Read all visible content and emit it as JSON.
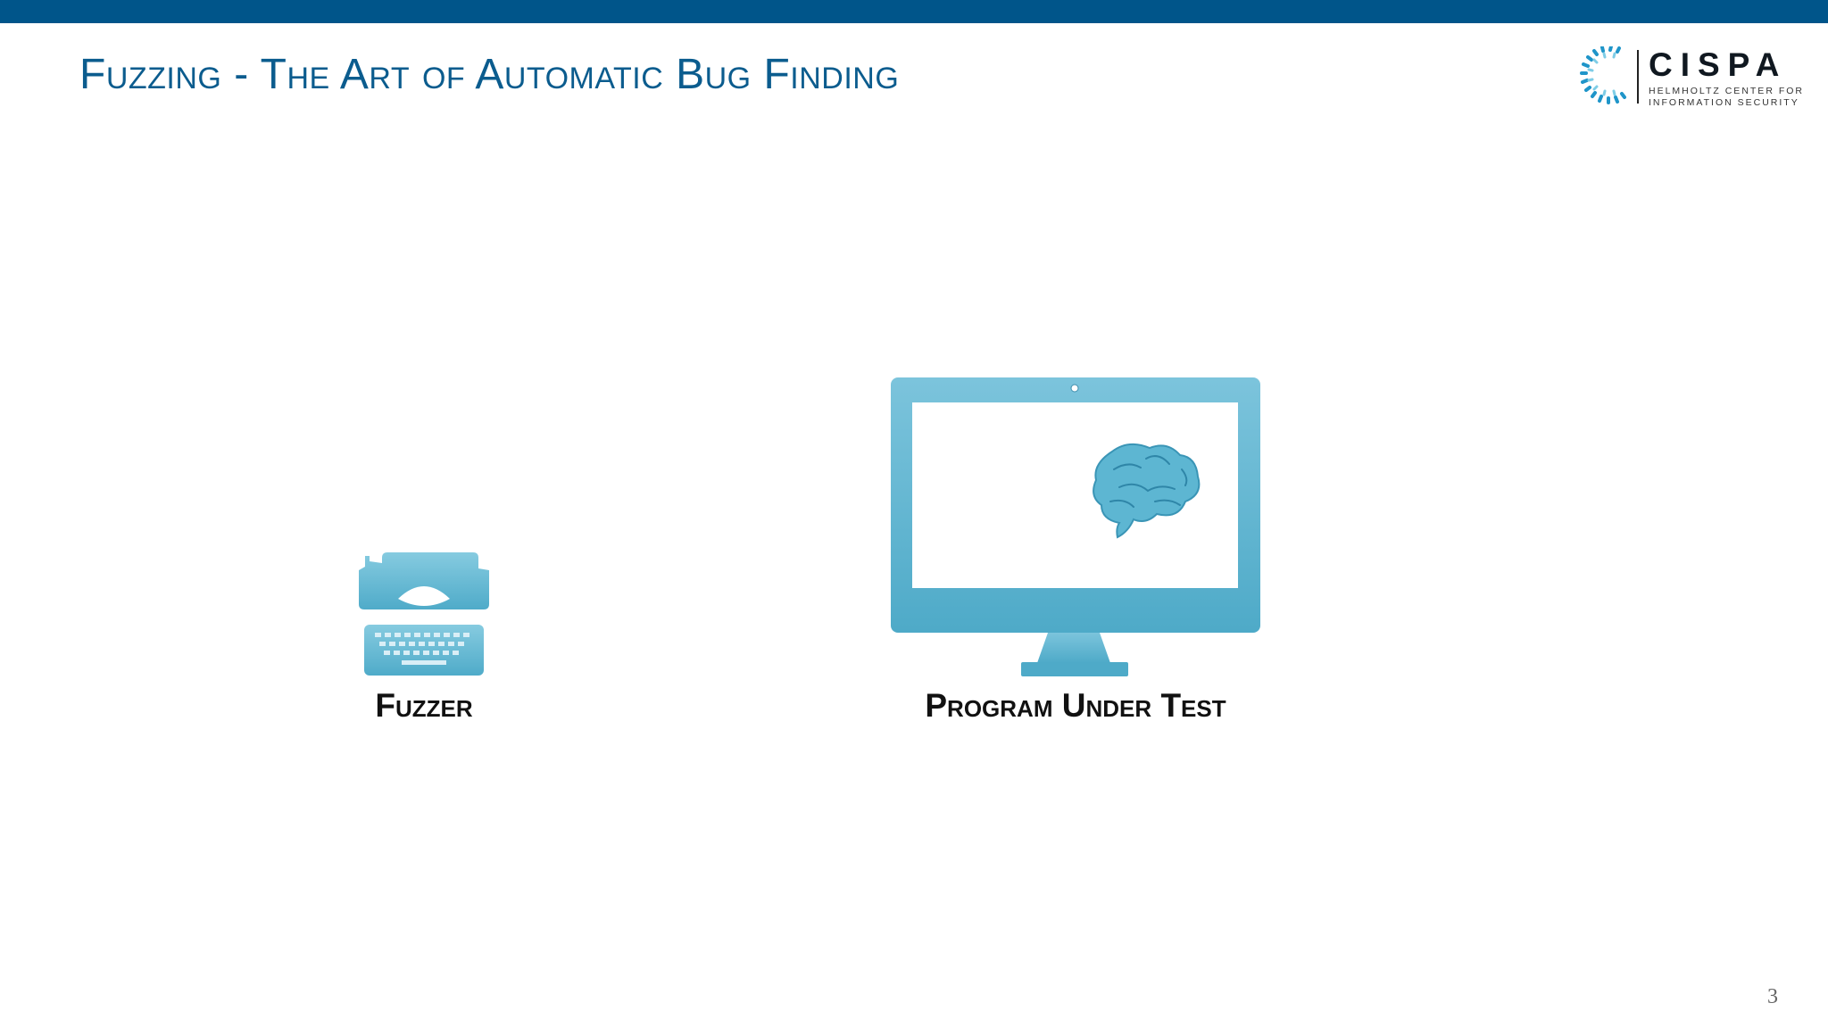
{
  "slide": {
    "title": "Fuzzing - The Art of Automatic Bug Finding",
    "page_number": "3"
  },
  "logo": {
    "wordmark": "CISPA",
    "subtitle_line1": "HELMHOLTZ CENTER FOR",
    "subtitle_line2": "INFORMATION SECURITY"
  },
  "diagram": {
    "fuzzer_label": "Fuzzer",
    "program_label": "Program Under Test",
    "fuzzer_icon": "typewriter-icon",
    "program_icon": "monitor-icon",
    "program_screen_icon": "brain-icon"
  },
  "colors": {
    "top_bar": "#00558a",
    "title": "#0b5c8e",
    "icon_fill": "#5db6d2"
  }
}
